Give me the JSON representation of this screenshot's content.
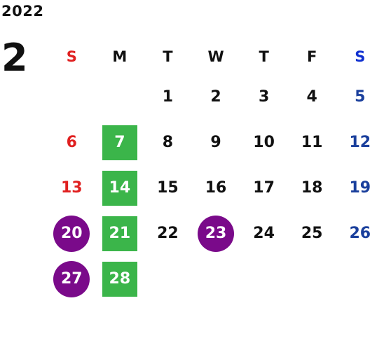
{
  "calendar": {
    "year": "2022",
    "month": "2",
    "weekdays": [
      "S",
      "M",
      "T",
      "W",
      "T",
      "F",
      "S"
    ],
    "weeks": [
      [
        "",
        "",
        "1",
        "2",
        "3",
        "4",
        "5"
      ],
      [
        "6",
        "7",
        "8",
        "9",
        "10",
        "11",
        "12"
      ],
      [
        "13",
        "14",
        "15",
        "16",
        "17",
        "18",
        "19"
      ],
      [
        "20",
        "21",
        "22",
        "23",
        "24",
        "25",
        "26"
      ],
      [
        "27",
        "28",
        "",
        "",
        "",
        "",
        ""
      ]
    ],
    "highlight_colors": {
      "green_square": "#3bb54a",
      "purple_circle": "#7a0a8a",
      "sunday": "#e02020",
      "saturday": "#1a3f9c"
    }
  }
}
